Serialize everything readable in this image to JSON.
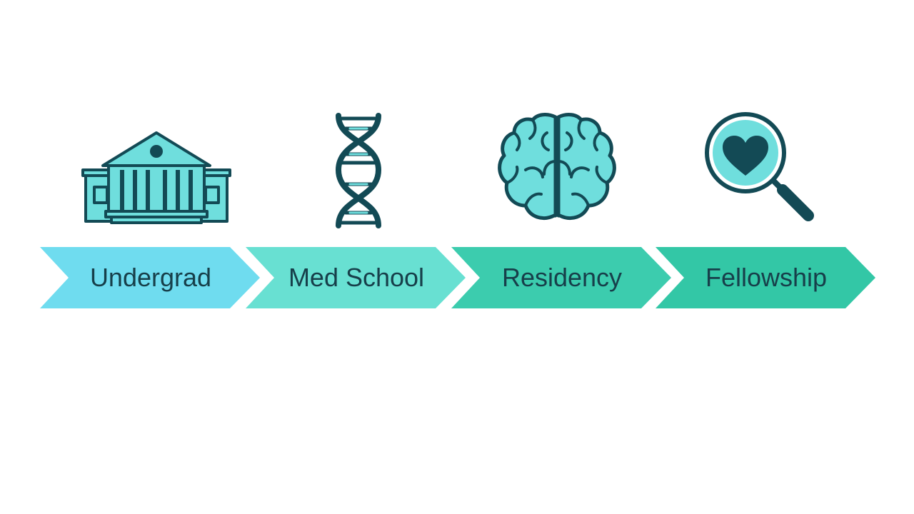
{
  "stages": [
    {
      "label": "Undergrad",
      "icon": "university-building-icon",
      "color": "#6fdcef"
    },
    {
      "label": "Med School",
      "icon": "dna-helix-icon",
      "color": "#68e0d2"
    },
    {
      "label": "Residency",
      "icon": "brain-icon",
      "color": "#3cccae"
    },
    {
      "label": "Fellowship",
      "icon": "heart-magnifier-icon",
      "color": "#33c7a6"
    }
  ],
  "colors": {
    "icon_stroke": "#134a55",
    "icon_fill": "#6fdedd",
    "text": "#173f4a",
    "background": "#ffffff"
  }
}
